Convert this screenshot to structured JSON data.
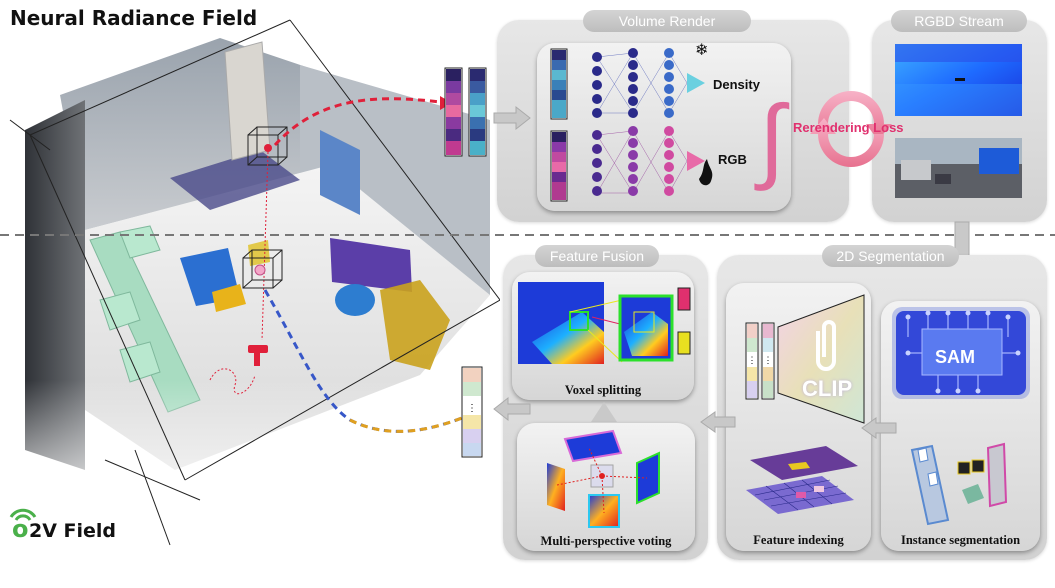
{
  "title": "Neural Radiance Field",
  "logo": {
    "text": "2V Field",
    "prefix": "o"
  },
  "volume_render": {
    "tab": "Volume Render",
    "density": "Density",
    "rgb": "RGB"
  },
  "rgbd_stream": {
    "tab": "RGBD Stream"
  },
  "rerendering_loss": "Rerendering Loss",
  "feature_fusion": {
    "tab": "Feature Fusion",
    "voxel_caption": "Voxel splitting",
    "voting_caption": "Multi-perspective voting"
  },
  "segmentation": {
    "tab": "2D Segmentation",
    "clip_label": "CLIP",
    "sam_label": "SAM",
    "indexing_caption": "Feature indexing",
    "instance_caption": "Instance segmentation"
  },
  "colors": {
    "accent_pink": "#e0306e",
    "clip_purple": "#6b5bd8",
    "sam_blue": "#3b48d8"
  }
}
